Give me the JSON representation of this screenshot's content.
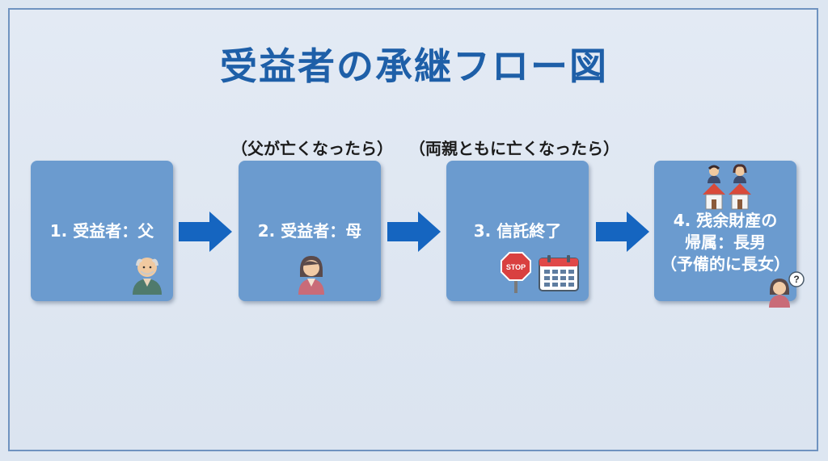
{
  "title": "受益者の承継フロー図",
  "notes": [
    "（父が亡くなったら）",
    "（両親ともに亡くなったら）"
  ],
  "steps": [
    {
      "label": "1. 受益者：父"
    },
    {
      "label": "2. 受益者：母"
    },
    {
      "label": "3. 信託終了",
      "stop_sign": "STOP"
    },
    {
      "label_line1": "4. 残余財産の",
      "label_line2": "帰属：長男",
      "label_line3": "（予備的に長女）",
      "question_mark": "?"
    }
  ],
  "colors": {
    "title": "#1e5fa8",
    "box": "#6b9bcf",
    "arrow": "#1565c0",
    "frame": "#6f93c0"
  },
  "icons": [
    "elderly-man-icon",
    "woman-icon",
    "stop-sign-icon",
    "calendar-icon",
    "two-people-house-icon",
    "daughter-question-icon"
  ]
}
